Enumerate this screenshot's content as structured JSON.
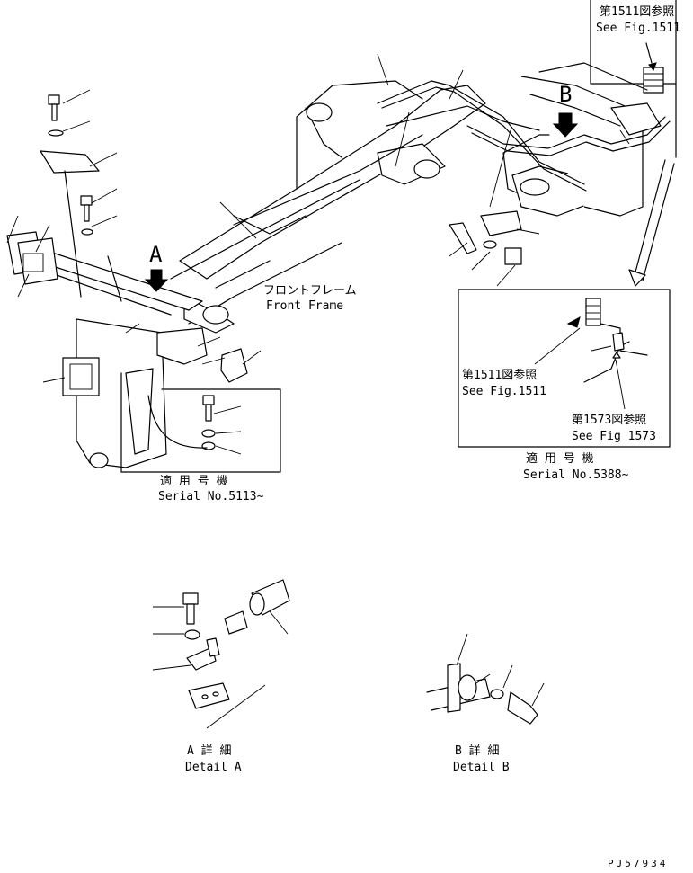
{
  "top_ref": {
    "jp": "第1511図参照",
    "en": "See Fig.1511"
  },
  "callout_a": {
    "letter": "A"
  },
  "callout_b": {
    "letter": "B"
  },
  "front_frame": {
    "jp": "フロントフレーム",
    "en": "Front Frame"
  },
  "serial_left": {
    "jp": "適 用 号 機",
    "en": "Serial No.5113~"
  },
  "serial_right": {
    "jp": "適 用 号 機",
    "en": "Serial No.5388~"
  },
  "box_right_ref1": {
    "jp": "第1511図参照",
    "en": "See Fig.1511"
  },
  "box_right_ref2": {
    "jp": "第1573図参照",
    "en": "See Fig 1573"
  },
  "detail_a": {
    "jp": "A 詳 細",
    "en": "Detail A"
  },
  "detail_b": {
    "jp": "B 詳 細",
    "en": "Detail B"
  },
  "drawing_code": "PJ57934"
}
